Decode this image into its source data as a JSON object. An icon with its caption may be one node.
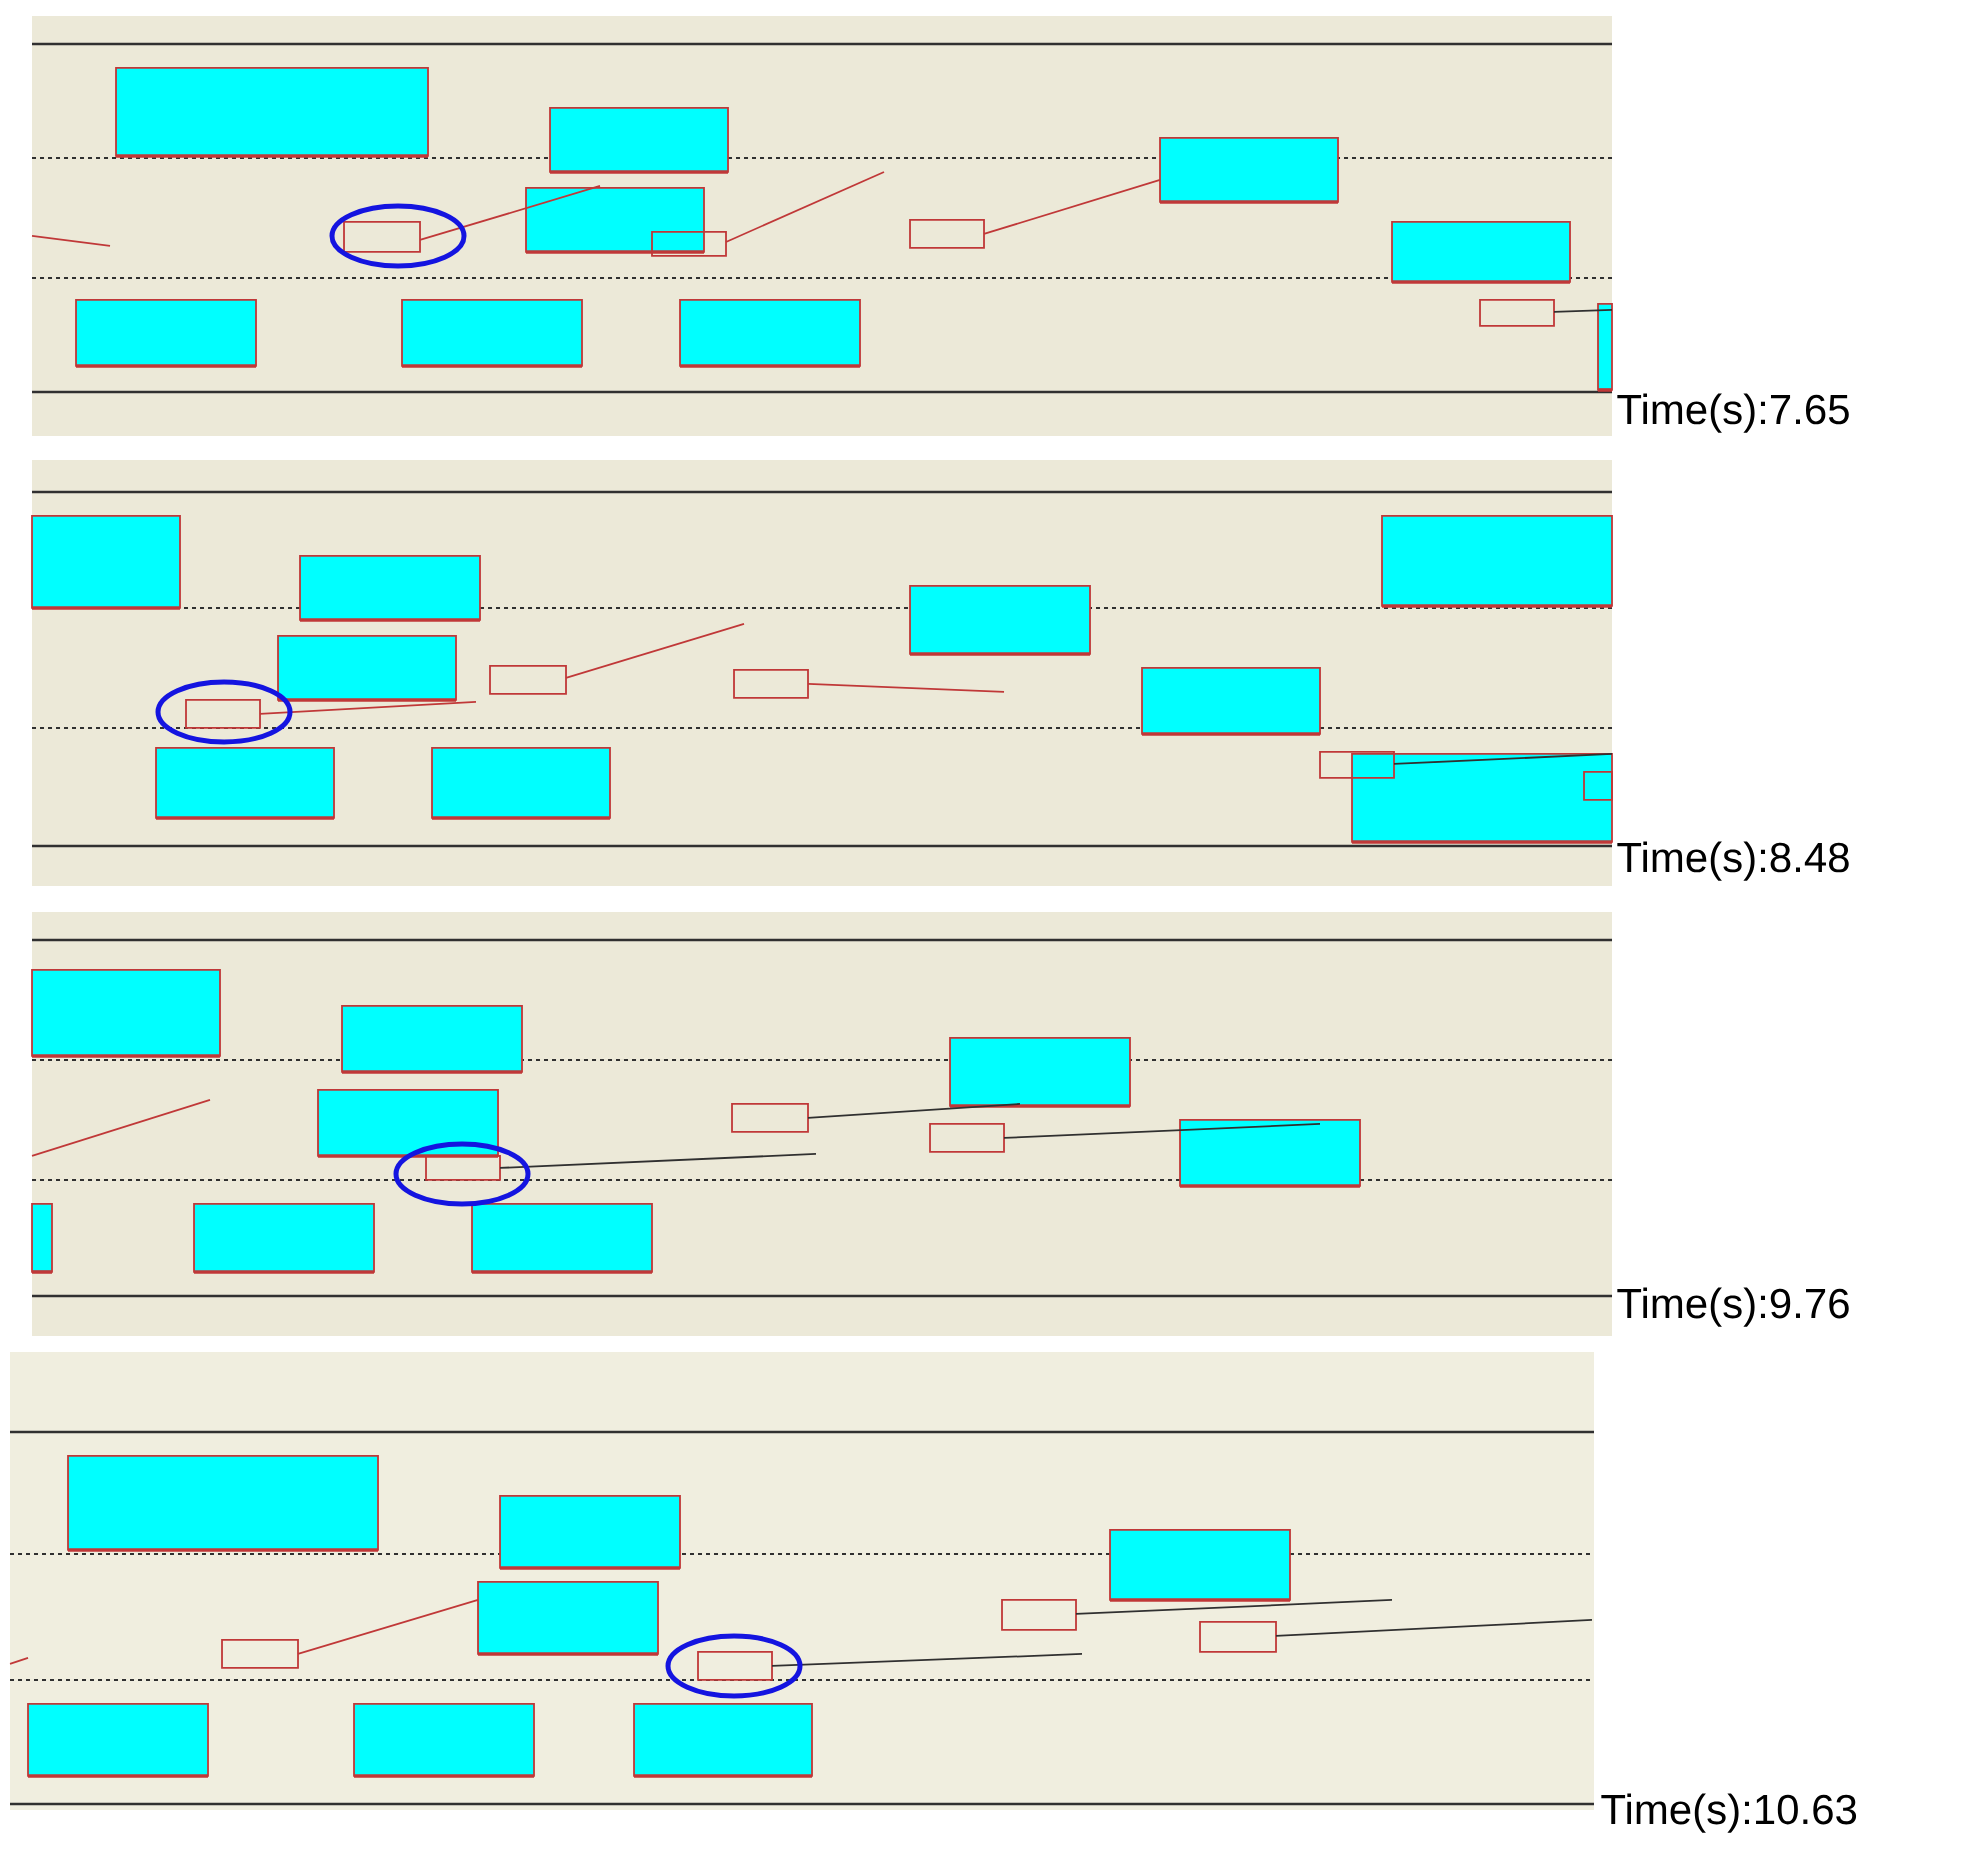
{
  "diagram": {
    "labels": [
      "Time(s):7.65",
      "Time(s):8.48",
      "Time(s):9.76",
      "Time(s):10.63"
    ]
  }
}
